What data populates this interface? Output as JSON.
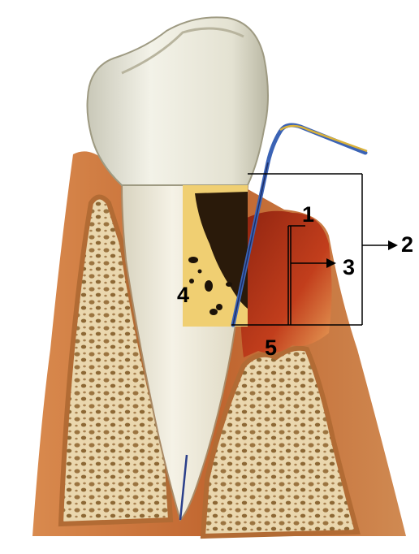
{
  "labels": {
    "one": "1",
    "two": "2",
    "three": "3",
    "four": "4",
    "five": "5"
  },
  "colors": {
    "enamel": "#e9e8dc",
    "root": "#efece0",
    "gum_outer": "#c9743a",
    "gum_inner": "#a8401f",
    "bone": "#e6cfa3",
    "bone_dots": "#8a6a3a",
    "plaque_bg": "#f0cf72",
    "pocket_dark": "#2a1a0a",
    "probe_blue": "#3b63b5",
    "probe_wire": "#d9b13a",
    "line": "#000000"
  }
}
